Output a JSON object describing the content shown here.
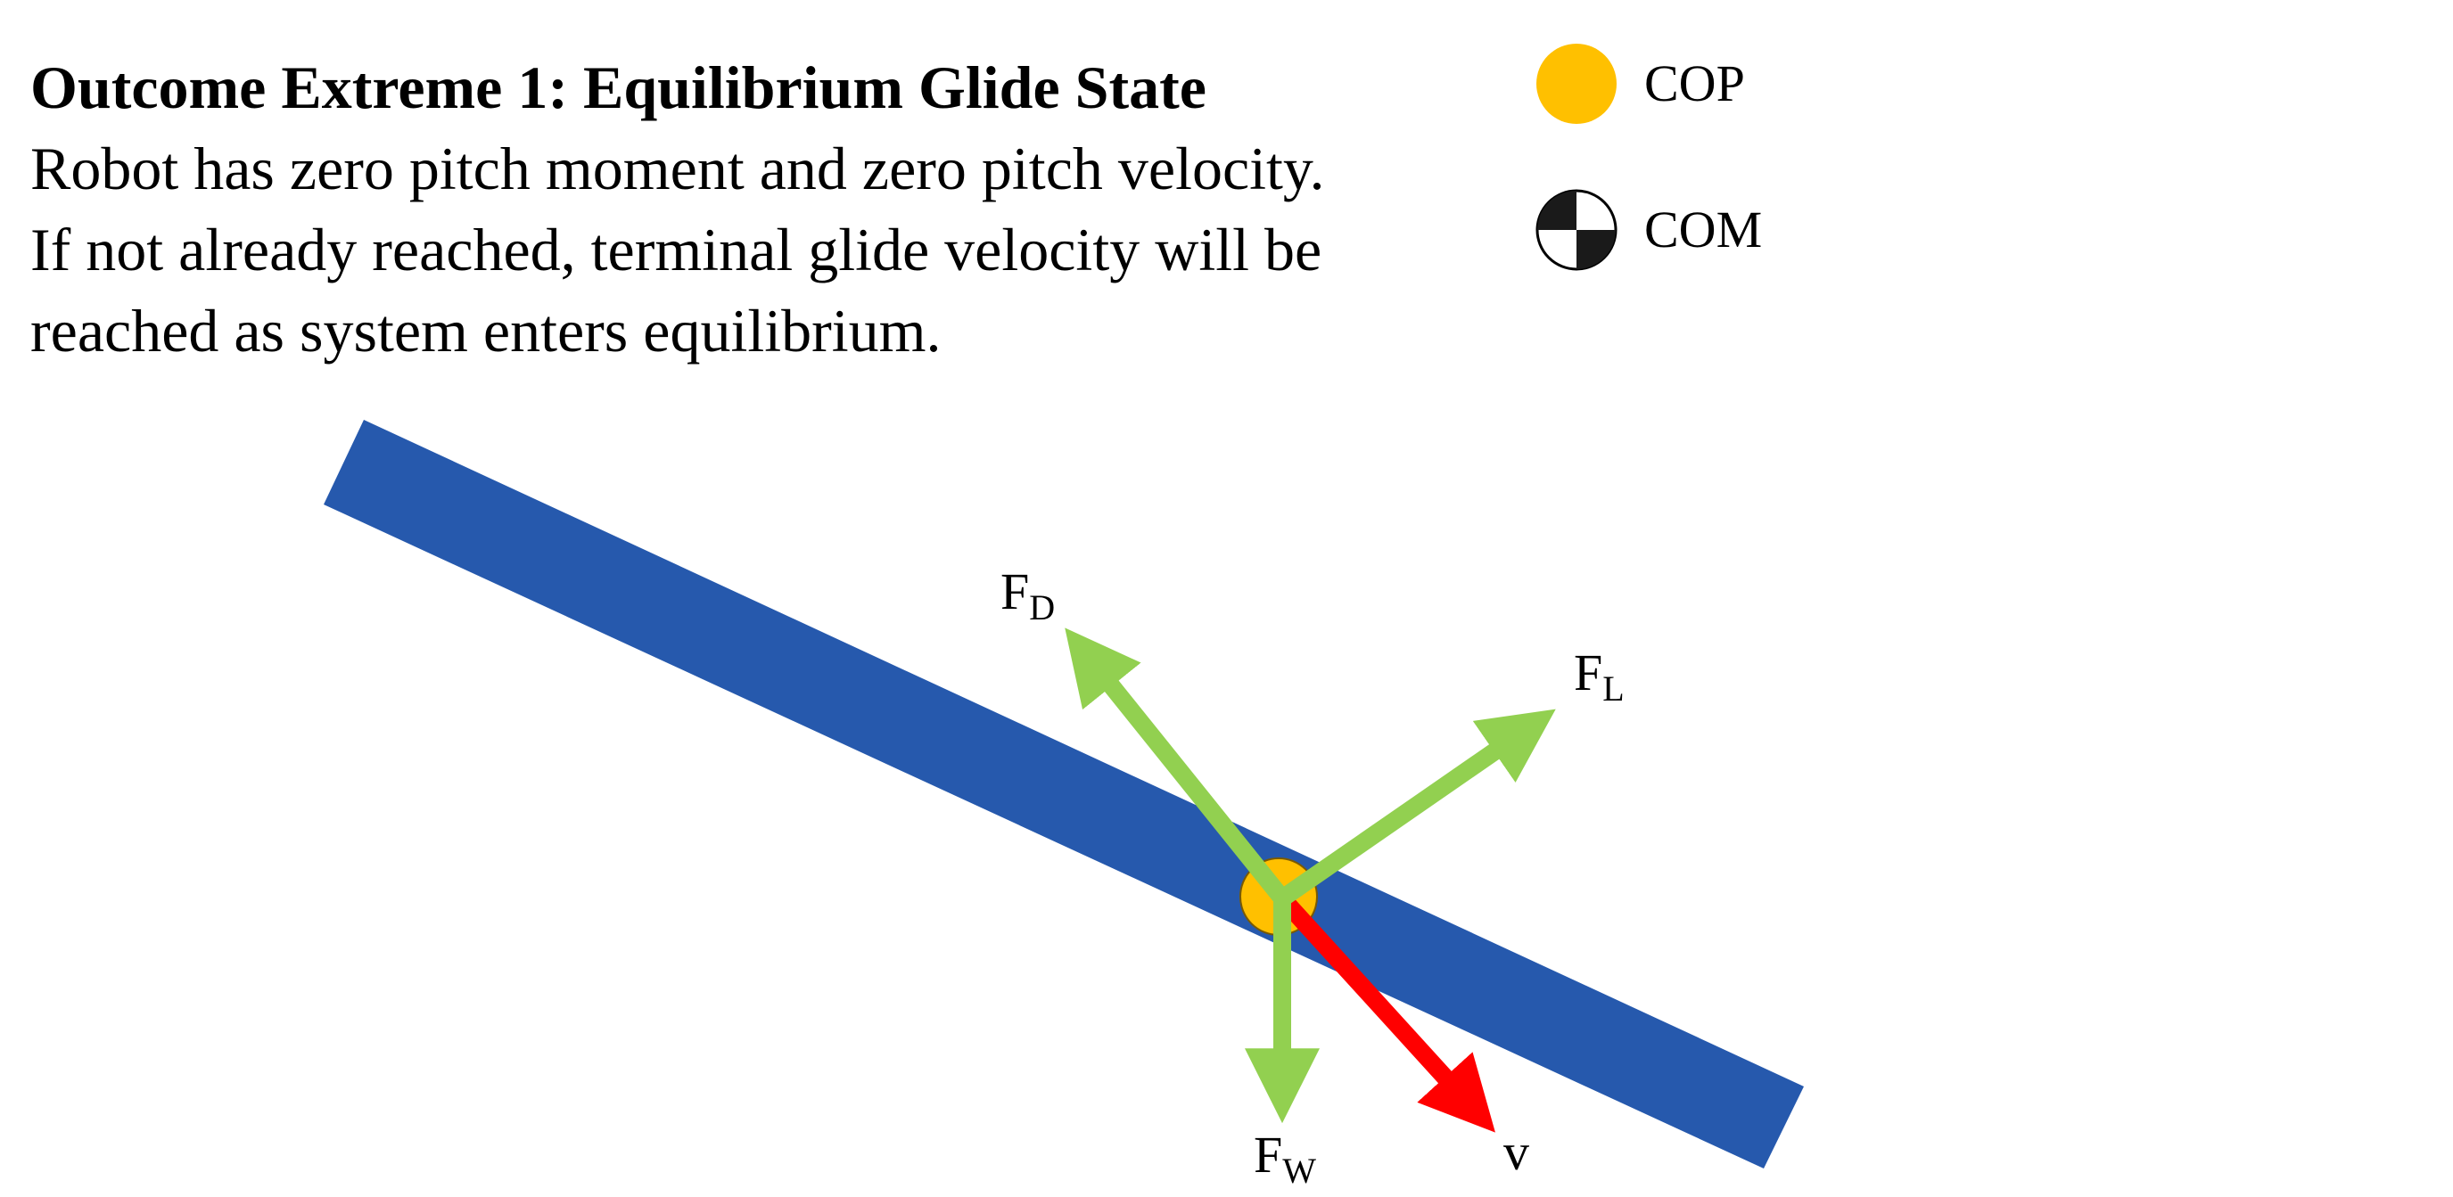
{
  "title": "Outcome Extreme 1: Equilibrium Glide State",
  "description": [
    "Robot has zero pitch moment and zero pitch velocity.",
    "If not already reached, terminal glide velocity will be",
    "reached as system enters equilibrium."
  ],
  "legend": {
    "cop": {
      "label": "COP",
      "icon": "filled-circle-icon",
      "color": "#FFC000"
    },
    "com": {
      "label": "COM",
      "icon": "center-of-mass-icon",
      "color": "#000000"
    }
  },
  "colors": {
    "body": "#2659AD",
    "force": "#92D050",
    "velocity": "#FF0000",
    "cop": "#FFC000"
  },
  "vectors": {
    "drag": {
      "letter": "F",
      "subscript": "D"
    },
    "lift": {
      "letter": "F",
      "subscript": "L"
    },
    "weight": {
      "letter": "F",
      "subscript": "W"
    },
    "velocity": {
      "letter": "v"
    }
  }
}
